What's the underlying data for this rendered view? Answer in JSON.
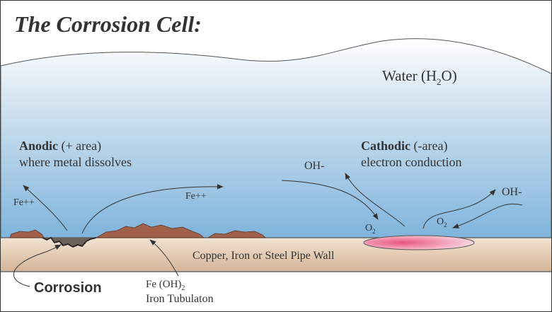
{
  "title": "The Corrosion Cell:",
  "water": {
    "label": "Water (H",
    "sub": "2",
    "end": "O)"
  },
  "anodic": {
    "bold": "Anodic",
    "rest": " (+ area)",
    "line2": "where metal dissolves"
  },
  "cathodic": {
    "bold": "Cathodic",
    "rest": " (-area)",
    "line2": "electron conduction"
  },
  "ions": {
    "fe_left": "Fe++",
    "fe_right": "Fe++",
    "oh_left": "OH-",
    "oh_right": "OH-",
    "o2_left_main": "O",
    "o2_left_sub": "2",
    "o2_right_main": "O",
    "o2_right_sub": "2"
  },
  "pipe_wall": "Copper, Iron or Steel Pipe Wall",
  "corrosion": "Corrosion",
  "feoh": {
    "main": "Fe (OH)",
    "sub": "2",
    "line2": "Iron Tubulaton"
  },
  "colors": {
    "water_top": "#ffffff",
    "water_bottom": "#7fb4dc",
    "pipe_top": "#f2e3d2",
    "pipe_bottom": "#d4b498",
    "deposit": "#a0604a",
    "cathode_fill": "#f07a9a",
    "text": "#333333"
  }
}
